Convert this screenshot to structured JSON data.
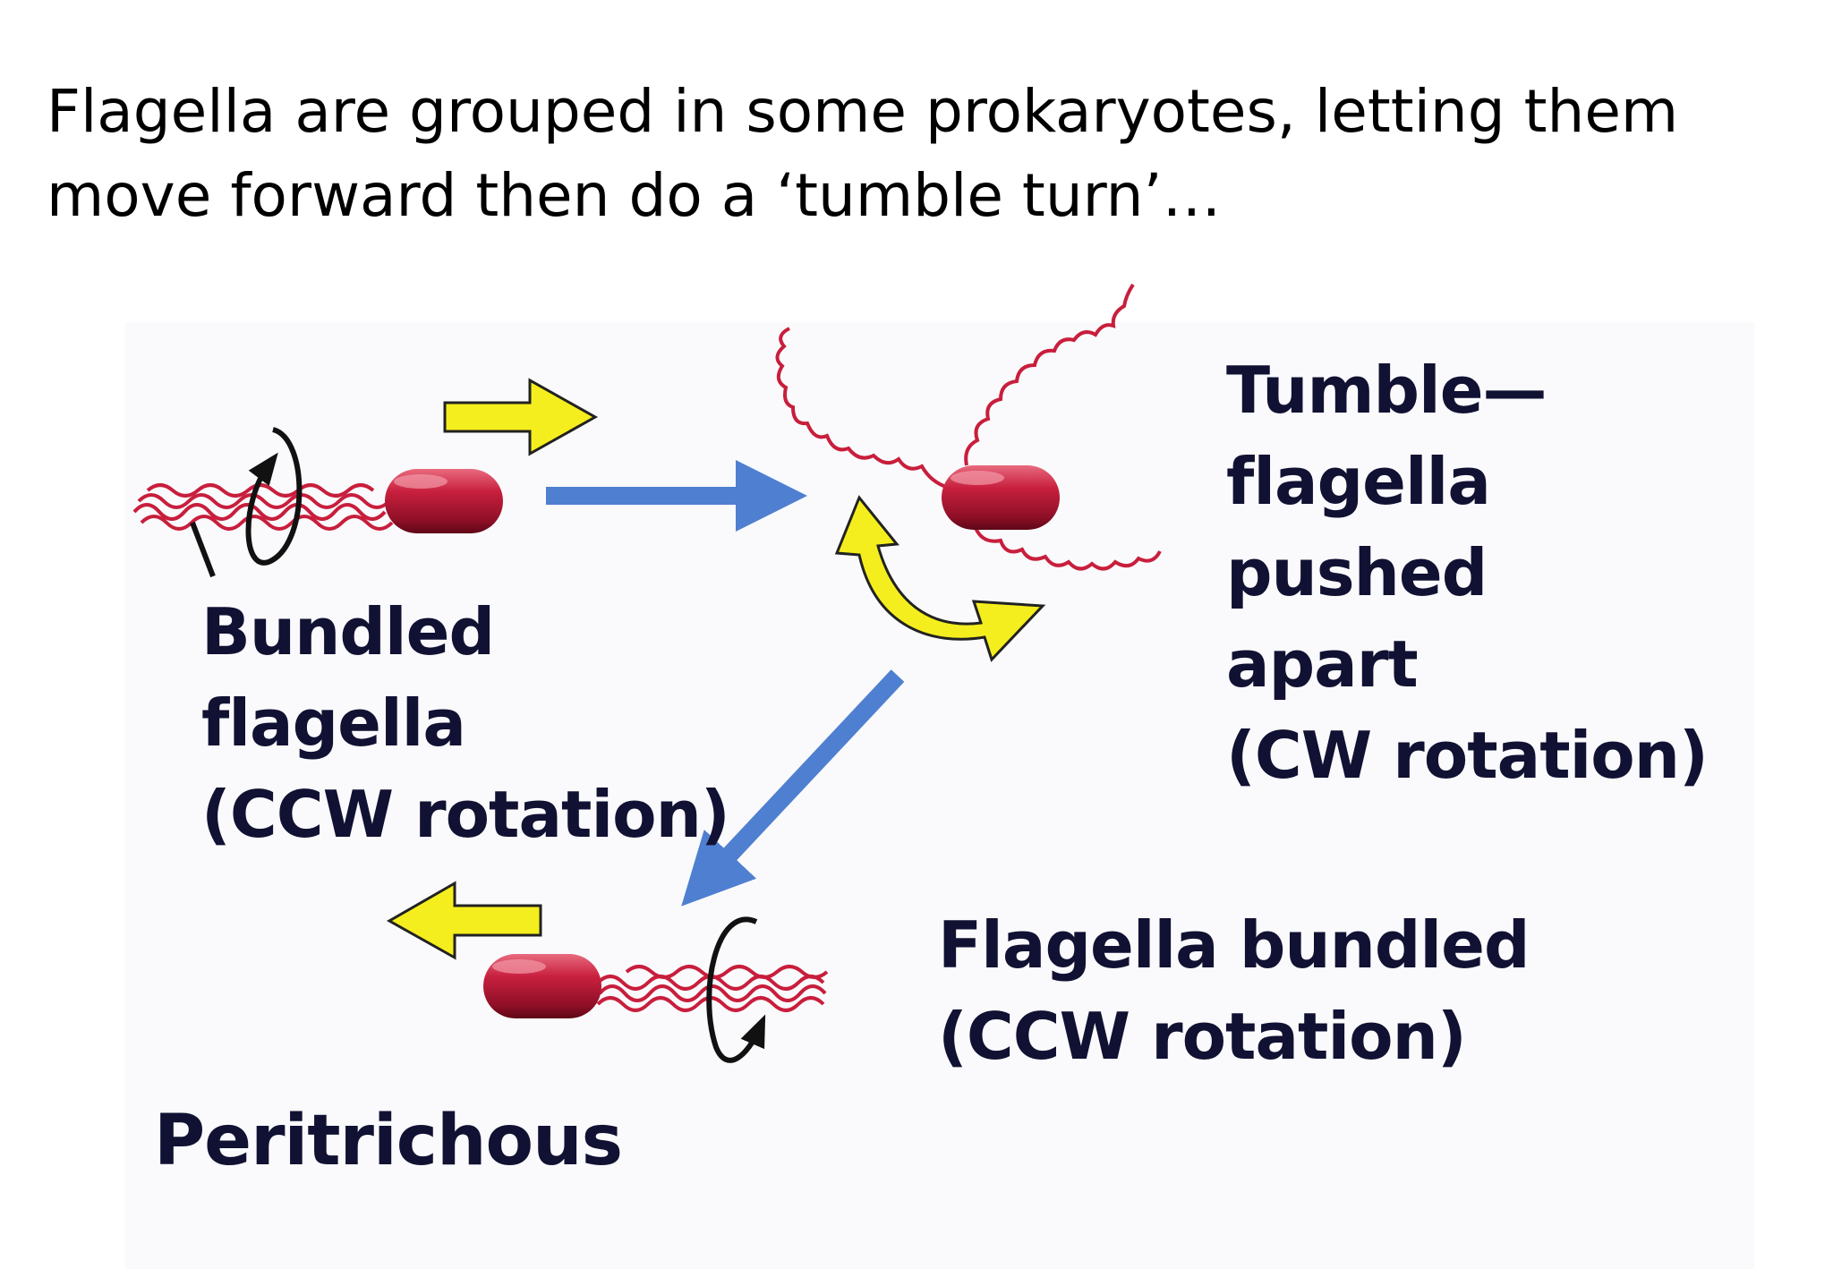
{
  "slide": {
    "title_lines": [
      "Flagella are grouped in some prokaryotes, letting them",
      "move forward then do a ‘tumble turn’…"
    ]
  },
  "labels": {
    "bundled": [
      "Bundled",
      "flagella",
      "(CCW rotation)"
    ],
    "tumble": [
      "Tumble—",
      "flagella",
      "pushed",
      "apart",
      "(CW rotation)"
    ],
    "bundled_bottom": [
      "Flagella bundled",
      "(CCW rotation)"
    ],
    "peritrichous": "Peritrichous"
  },
  "colors": {
    "cell_body": "#b8203a",
    "flagellum": "#c81e3c",
    "motion_arrow": "#f5ee1e",
    "transition_arrow": "#4f7fd0",
    "label_text": "#111133"
  }
}
